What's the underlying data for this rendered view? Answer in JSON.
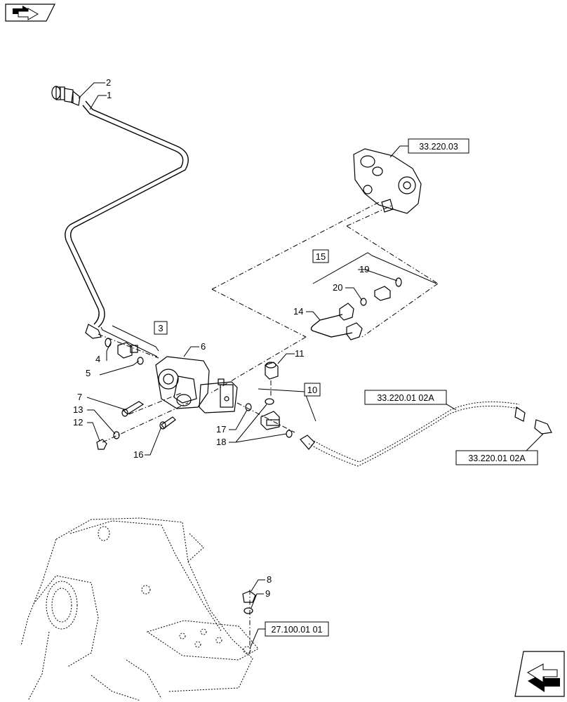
{
  "callouts": {
    "c1": "1",
    "c2": "2",
    "c3": "3",
    "c4": "4",
    "c5": "5",
    "c6": "6",
    "c7": "7",
    "c8": "8",
    "c9": "9",
    "c10": "10",
    "c11": "11",
    "c12": "12",
    "c13": "13",
    "c14": "14",
    "c15": "15",
    "c16": "16",
    "c17": "17",
    "c18": "18",
    "c19": "19",
    "c20": "20"
  },
  "references": {
    "valve_ref": "33.220.03",
    "line_ref_upper": "33.220.01 02A",
    "line_ref_lower": "33.220.01 02A",
    "frame_ref": "27.100.01 01"
  },
  "icons": {
    "top_nav": "previous-page-icon",
    "bottom_nav": "next-page-icon"
  }
}
